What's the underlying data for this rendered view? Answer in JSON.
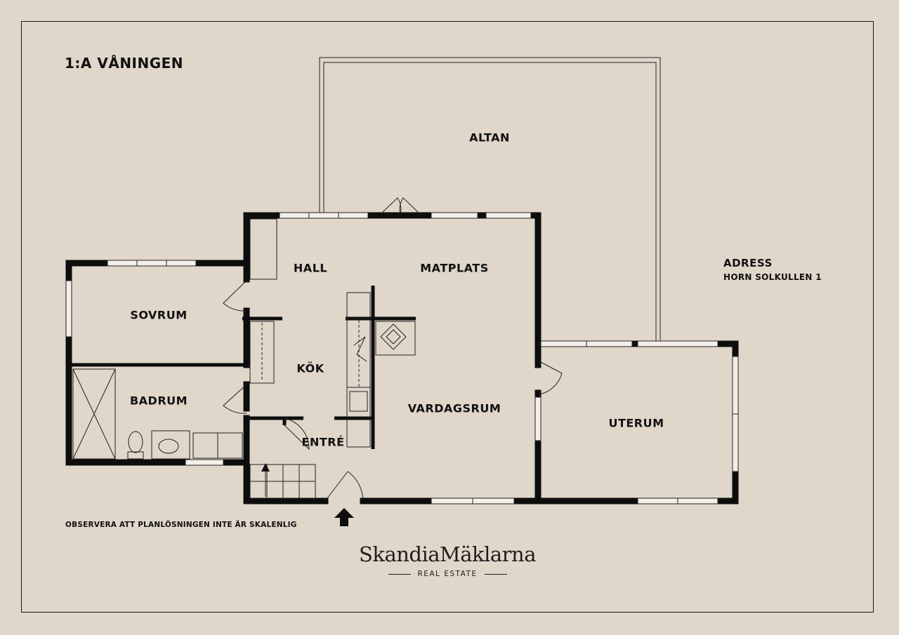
{
  "floor_title": "1:A VÅNINGEN",
  "rooms": {
    "altan": "ALTAN",
    "hall": "HALL",
    "matplats": "MATPLATS",
    "sovrum": "SOVRUM",
    "kok": "KÖK",
    "badrum": "BADRUM",
    "entre": "ENTRÉ",
    "vardagsrum": "VARDAGSRUM",
    "uterum": "UTERUM"
  },
  "address": {
    "heading": "ADRESS",
    "value": "HORN SOLKULLEN 1"
  },
  "disclaimer": "OBSERVERA ATT PLANLÖSNINGEN INTE ÄR SKALENLIG",
  "brand": {
    "name": "SkandiaMäklarna",
    "tagline": "REAL ESTATE"
  },
  "colors": {
    "background": "#e0d6ca",
    "wall": "#0d0d0d",
    "window": "#f4efe8"
  }
}
